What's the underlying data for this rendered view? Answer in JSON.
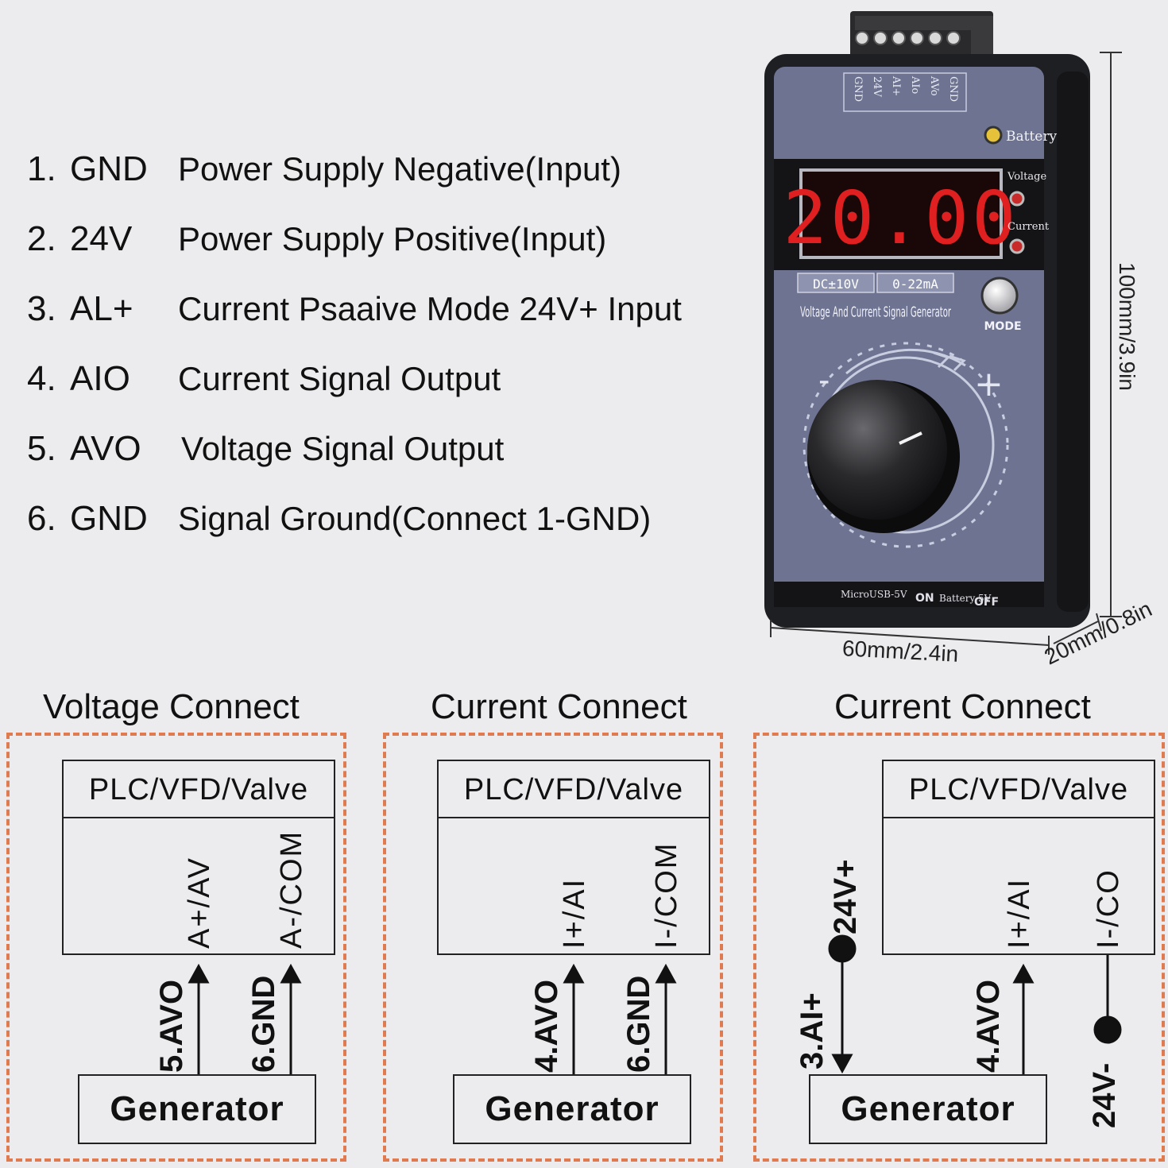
{
  "pins": [
    {
      "num": "1.",
      "name": "GND",
      "desc": "Power Supply Negative(Input)"
    },
    {
      "num": "2.",
      "name": "24V",
      "desc": "Power Supply Positive(Input)"
    },
    {
      "num": "3.",
      "name": "AL+",
      "desc": "Current Psaaive Mode 24V+ Input"
    },
    {
      "num": "4.",
      "name": "AIO",
      "desc": "Current Signal Output"
    },
    {
      "num": "5.",
      "name": "AVO",
      "desc": "Voltage Signal Output"
    },
    {
      "num": "6.",
      "name": "GND",
      "desc": "Signal Ground(Connect 1-GND)"
    }
  ],
  "device": {
    "terminal_labels": [
      "GND",
      "AVo",
      "AIo",
      "AI+",
      "24V",
      "GND"
    ],
    "battery_label": "Battery",
    "display_value": "20.00",
    "voltage_label": "Voltage",
    "current_label": "Current",
    "range_voltage": "DC±10V",
    "range_current": "0-22mA",
    "product_name": "Voltage And Current Signal Generator",
    "mode_label": "MODE",
    "minus": "-",
    "plus": "+",
    "usb_label": "MicroUSB-5V",
    "switch_on": "ON",
    "switch_mid": "Battery 5V",
    "switch_off": "OFF",
    "colors": {
      "body": "#1e1f22",
      "face": "#6d7391",
      "digits": "#e02020",
      "accent": "#e07a4f"
    }
  },
  "dimensions": {
    "height": "100mm/3.9in",
    "width": "60mm/2.4in",
    "depth": "20mm/0.8in"
  },
  "diagrams": [
    {
      "title": "Voltage Connect",
      "box_label": "PLC/VFD/Valve",
      "terminals": [
        "A+/AV",
        "A-/COM"
      ],
      "wires": [
        "5.AVO",
        "6.GND"
      ],
      "generator": "Generator"
    },
    {
      "title": "Current Connect",
      "box_label": "PLC/VFD/Valve",
      "terminals": [
        "I+/AI",
        "I-/COM"
      ],
      "wires": [
        "4.AVO",
        "6.GND"
      ],
      "generator": "Generator"
    },
    {
      "title": "Current Connect",
      "box_label": "PLC/VFD/Valve",
      "terminals": [
        "I+/AI",
        "I-/CO"
      ],
      "wires": [
        "3.AI+",
        "4.AVO"
      ],
      "supply_plus": "24V+",
      "supply_minus": "24V-",
      "generator": "Generator"
    }
  ]
}
